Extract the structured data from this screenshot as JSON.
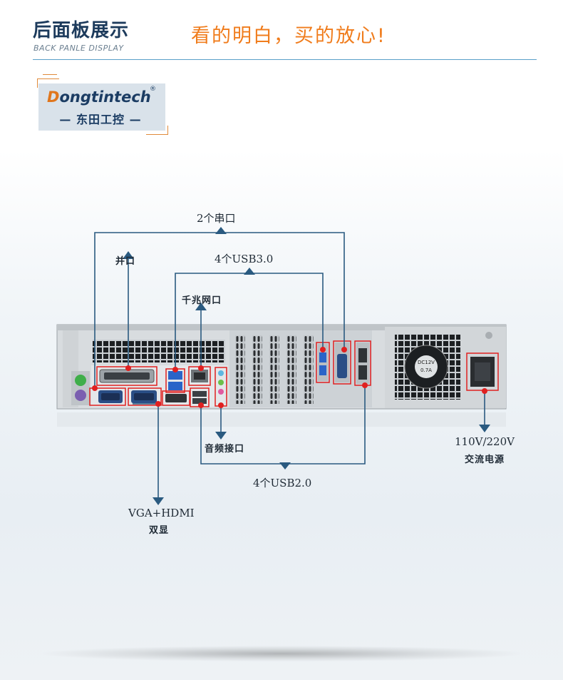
{
  "header": {
    "title": "后面板展示",
    "subtitle": "BACK PANLE DISPLAY",
    "slogan": "看的明白，买的放心!"
  },
  "logo": {
    "brand_first": "D",
    "brand_rest": "ongtintech",
    "registered": "®",
    "chinese": "— 东田工控 —"
  },
  "labels": {
    "serial": "2个串口",
    "parallel": "并口",
    "usb3": "4个USB3.0",
    "gigabit": "千兆网口",
    "audio": "音频接口",
    "usb2": "4个USB2.0",
    "vga_hdmi_line1": "VGA+HDMI",
    "vga_hdmi_line2": "双显",
    "power_line1": "110V/220V",
    "power_line2": "交流电源"
  },
  "psu_sticker": {
    "line1": "DC12V",
    "line2": "0.7A"
  },
  "colors": {
    "accent_blue": "#1d3b5c",
    "accent_orange": "#f07c1c",
    "line_blue": "#2a5a80",
    "highlight_red": "#e02020"
  }
}
